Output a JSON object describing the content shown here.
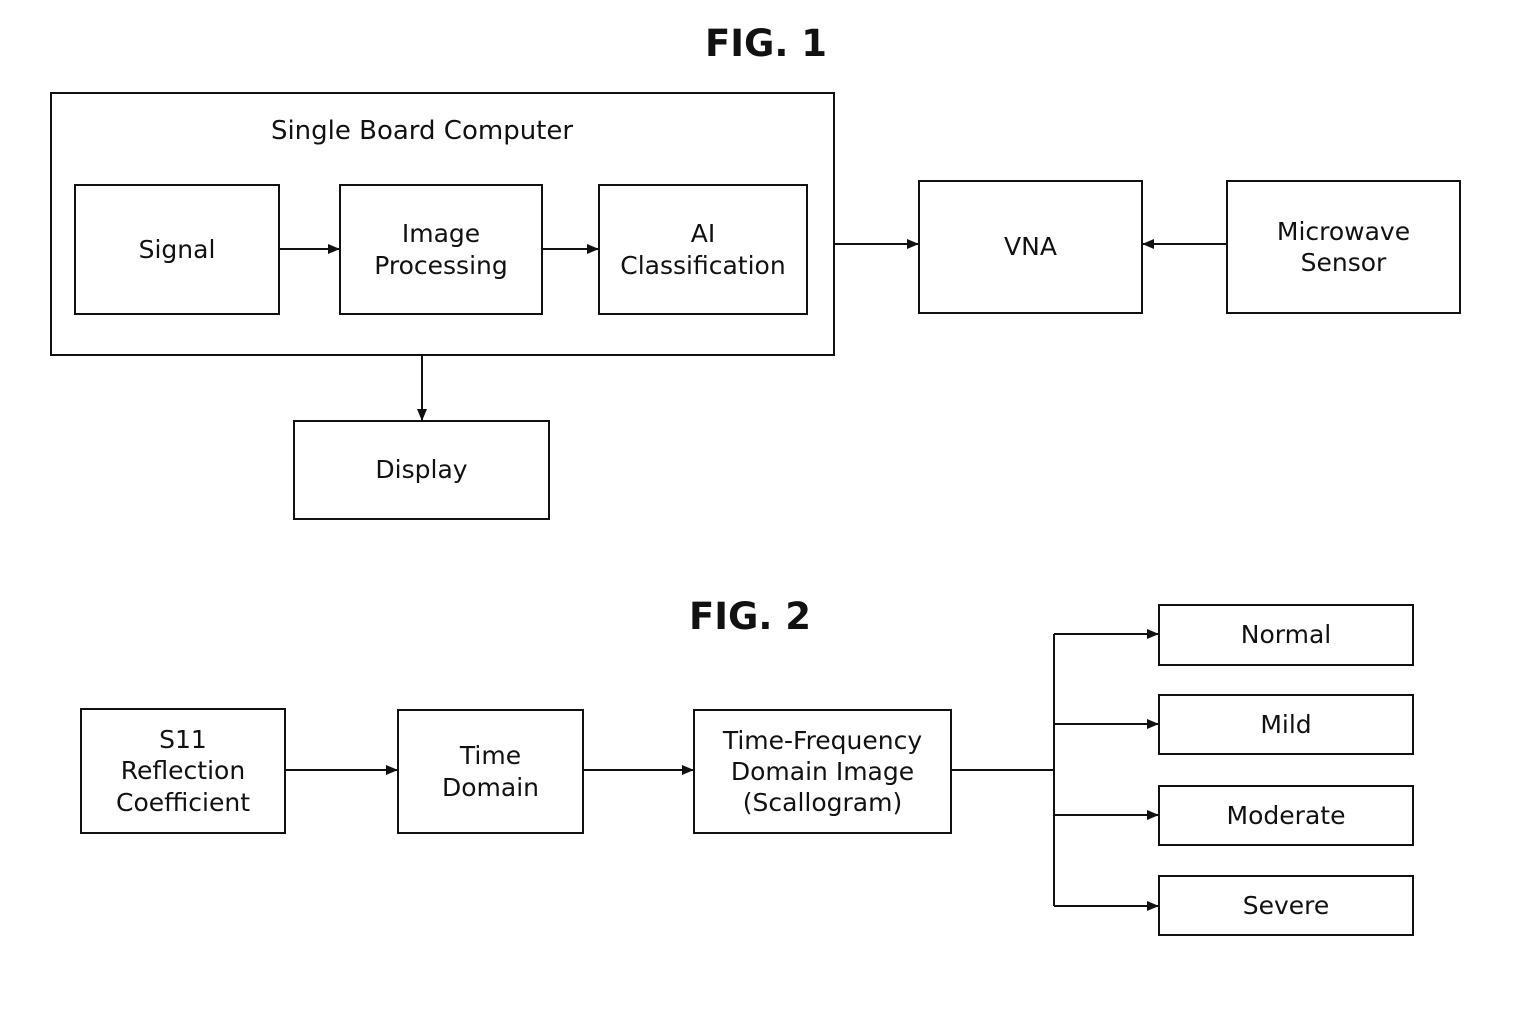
{
  "fig1": {
    "title": "FIG. 1",
    "container_label": "Single Board Computer",
    "signal": "Signal",
    "image_processing": "Image\nProcessing",
    "ai_classification": "AI\nClassification",
    "vna": "VNA",
    "microwave_sensor": "Microwave\nSensor",
    "display": "Display"
  },
  "fig2": {
    "title": "FIG. 2",
    "s11": "S11\nReflection\nCoefficient",
    "time_domain": "Time\nDomain",
    "tf_image": "Time-Frequency\nDomain Image\n(Scallogram)",
    "outputs": [
      "Normal",
      "Mild",
      "Moderate",
      "Severe"
    ]
  }
}
